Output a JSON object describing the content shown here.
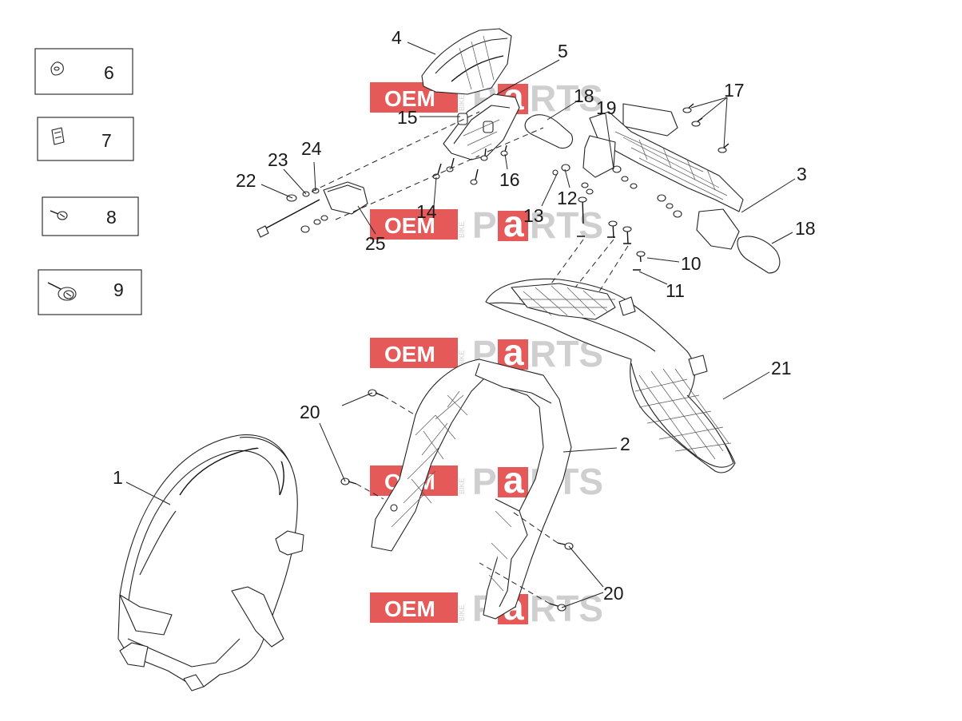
{
  "diagram": {
    "callouts": [
      {
        "id": "c1",
        "text": "1"
      },
      {
        "id": "c2",
        "text": "2"
      },
      {
        "id": "c3",
        "text": "3"
      },
      {
        "id": "c4",
        "text": "4"
      },
      {
        "id": "c5",
        "text": "5"
      },
      {
        "id": "c6",
        "text": "6"
      },
      {
        "id": "c7",
        "text": "7"
      },
      {
        "id": "c8",
        "text": "8"
      },
      {
        "id": "c9",
        "text": "9"
      },
      {
        "id": "c10",
        "text": "10"
      },
      {
        "id": "c11",
        "text": "11"
      },
      {
        "id": "c12",
        "text": "12"
      },
      {
        "id": "c13",
        "text": "13"
      },
      {
        "id": "c14",
        "text": "14"
      },
      {
        "id": "c15",
        "text": "15"
      },
      {
        "id": "c16",
        "text": "16"
      },
      {
        "id": "c17",
        "text": "17"
      },
      {
        "id": "c18a",
        "text": "18"
      },
      {
        "id": "c18b",
        "text": "18"
      },
      {
        "id": "c19",
        "text": "19"
      },
      {
        "id": "c20a",
        "text": "20"
      },
      {
        "id": "c20b",
        "text": "20"
      },
      {
        "id": "c21",
        "text": "21"
      },
      {
        "id": "c22",
        "text": "22"
      },
      {
        "id": "c23",
        "text": "23"
      },
      {
        "id": "c24",
        "text": "24"
      },
      {
        "id": "c25",
        "text": "25"
      }
    ],
    "legend_boxes": [
      {
        "id": "box6",
        "number": "6",
        "icon": "grommet-icon"
      },
      {
        "id": "box7",
        "number": "7",
        "icon": "clip-nut-icon"
      },
      {
        "id": "box8",
        "number": "8",
        "icon": "screw-icon"
      },
      {
        "id": "box9",
        "number": "9",
        "icon": "flange-screw-icon"
      }
    ]
  },
  "watermark": {
    "oem": "OEM",
    "bike": "BIKE",
    "parts_p": "P",
    "parts_a": "a",
    "parts_rts": "RTS",
    "colors": {
      "red": "#e23b3b",
      "grey": "#c7c7c7"
    }
  }
}
